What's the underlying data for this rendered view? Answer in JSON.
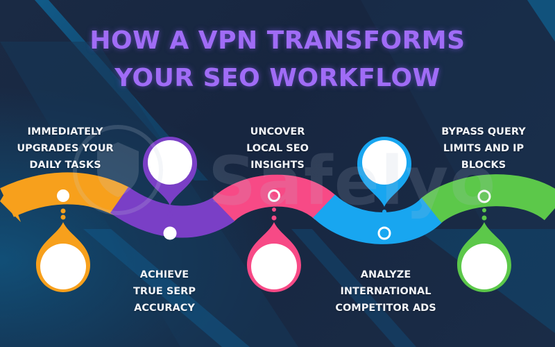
{
  "title": {
    "line1": "HOW A VPN TRANSFORMS",
    "line2": "YOUR SEO WORKFLOW",
    "color": "#a06cf6"
  },
  "watermark": {
    "text": "Safelyo",
    "icon": "shield-lock-circuit-icon"
  },
  "steps": [
    {
      "position": "top",
      "lines": [
        "IMMEDIATELY",
        "UPGRADES YOUR",
        "DAILY TASKS"
      ],
      "color": "#f7a01c",
      "pin": "down"
    },
    {
      "position": "bottom",
      "lines": [
        "ACHIEVE",
        "TRUE SERP",
        "ACCURACY"
      ],
      "color": "#7a3fc6",
      "pin": "up"
    },
    {
      "position": "top",
      "lines": [
        "UNCOVER",
        "LOCAL SEO",
        "INSIGHTS"
      ],
      "color": "#f74a86",
      "pin": "down"
    },
    {
      "position": "bottom",
      "lines": [
        "ANALYZE",
        "INTERNATIONAL",
        "COMPETITOR ADS"
      ],
      "color": "#18a6f0",
      "pin": "up"
    },
    {
      "position": "top",
      "lines": [
        "BYPASS QUERY",
        "LIMITS AND IP",
        "BLOCKS"
      ],
      "color": "#5cc84a",
      "pin": "down"
    }
  ],
  "colors": {
    "background": "#19283f",
    "stripe": "#0f5a8c",
    "text": "#f2f4f8"
  }
}
